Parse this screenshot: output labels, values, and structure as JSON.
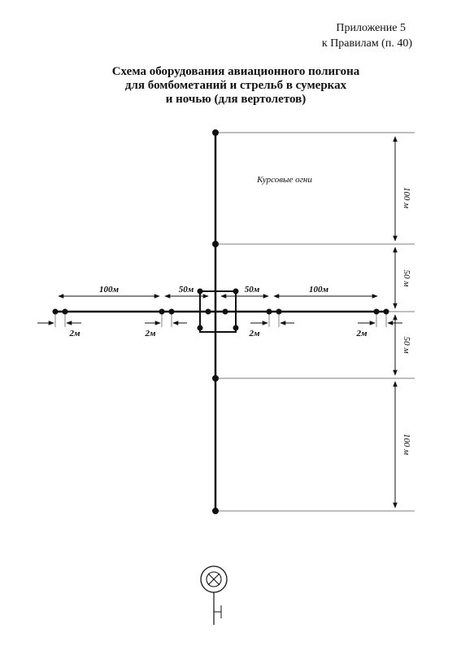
{
  "header": {
    "appendix_line1": "Приложение  5",
    "appendix_line2": "к Правилам (п. 40)"
  },
  "title": {
    "line1": "Схема оборудования авиационного полигона",
    "line2": "для бомбометаний и стрельб в сумерках",
    "line3": "ночью (для вертолетов)",
    "line3_conj": "и "
  },
  "diagram": {
    "course_lights_label": "Курсовые огни",
    "dim_100_top": "100 м",
    "dim_50_upper": "50 м",
    "dim_50_lower": "50 м",
    "dim_100_bottom": "100 м",
    "dim_100_left": "100м",
    "dim_50_left": "50м",
    "dim_50_right": "50м",
    "dim_100_right": "100м",
    "dim_2_a": "2м",
    "dim_2_b": "2м",
    "dim_2_c": "2м",
    "dim_2_d": "2м",
    "colors": {
      "ink": "#111111",
      "thin": "#555555"
    }
  }
}
